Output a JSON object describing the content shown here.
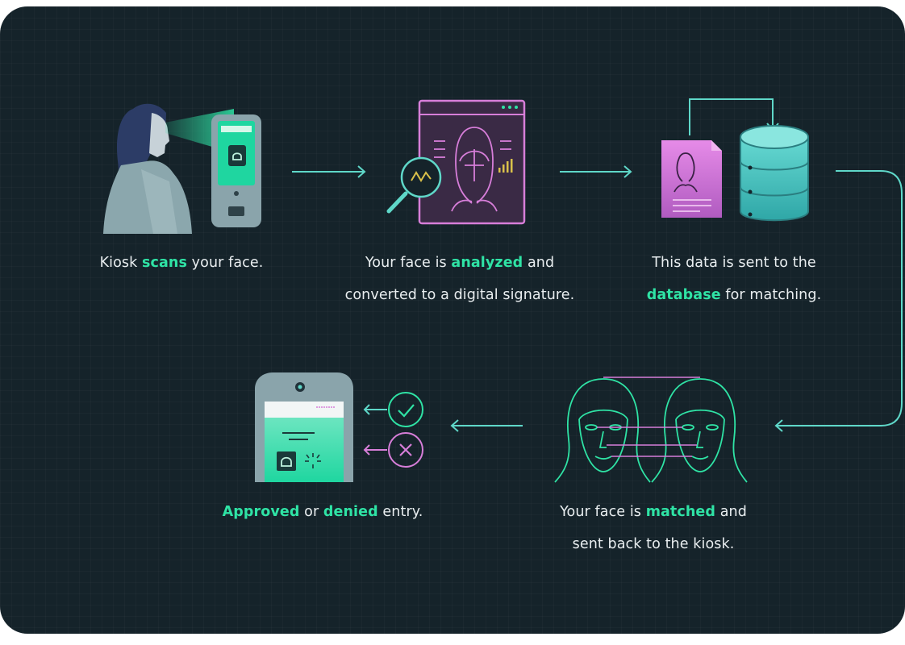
{
  "steps": [
    {
      "id": "scan",
      "line1": {
        "pre": "Kiosk ",
        "hl": "scans",
        "post": " your face."
      }
    },
    {
      "id": "analyze",
      "line1": {
        "pre": "Your face is ",
        "hl": "analyzed",
        "post": " and"
      },
      "line2": "converted to a digital signature."
    },
    {
      "id": "database",
      "line1": "This data is sent to the",
      "line2": {
        "pre": "",
        "hl": "database",
        "post": " for matching."
      }
    },
    {
      "id": "match",
      "line1": {
        "pre": "Your face is ",
        "hl": "matched",
        "post": " and"
      },
      "line2": "sent back to the kiosk."
    },
    {
      "id": "result",
      "line1": {
        "hl1": "Approved",
        "mid": " or ",
        "hl2": "denied",
        "post": " entry."
      }
    }
  ],
  "colors": {
    "background": "#15232a",
    "accent": "#2fe3a5",
    "pink": "#d77ed9",
    "teal": "#5fd8c9",
    "text": "#e9eef0"
  }
}
